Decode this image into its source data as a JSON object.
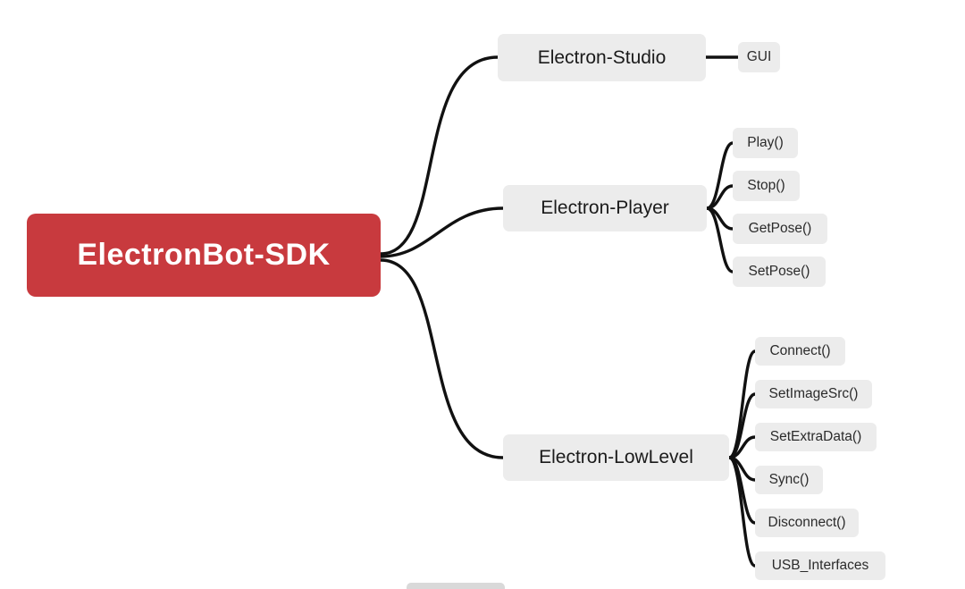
{
  "colors": {
    "root_bg": "#c83a3e",
    "root_fg": "#ffffff",
    "node_bg": "#ececec",
    "connector": "#111111",
    "canvas_bg": "#ffffff"
  },
  "root": {
    "label": "ElectronBot-SDK"
  },
  "branches": [
    {
      "label": "Electron-Studio",
      "children": [
        {
          "label": "GUI"
        }
      ]
    },
    {
      "label": "Electron-Player",
      "children": [
        {
          "label": "Play()"
        },
        {
          "label": "Stop()"
        },
        {
          "label": "GetPose()"
        },
        {
          "label": "SetPose()"
        }
      ]
    },
    {
      "label": "Electron-LowLevel",
      "children": [
        {
          "label": "Connect()"
        },
        {
          "label": "SetImageSrc()"
        },
        {
          "label": "SetExtraData()"
        },
        {
          "label": "Sync()"
        },
        {
          "label": "Disconnect()"
        },
        {
          "label": "USB_Interfaces"
        }
      ]
    }
  ]
}
